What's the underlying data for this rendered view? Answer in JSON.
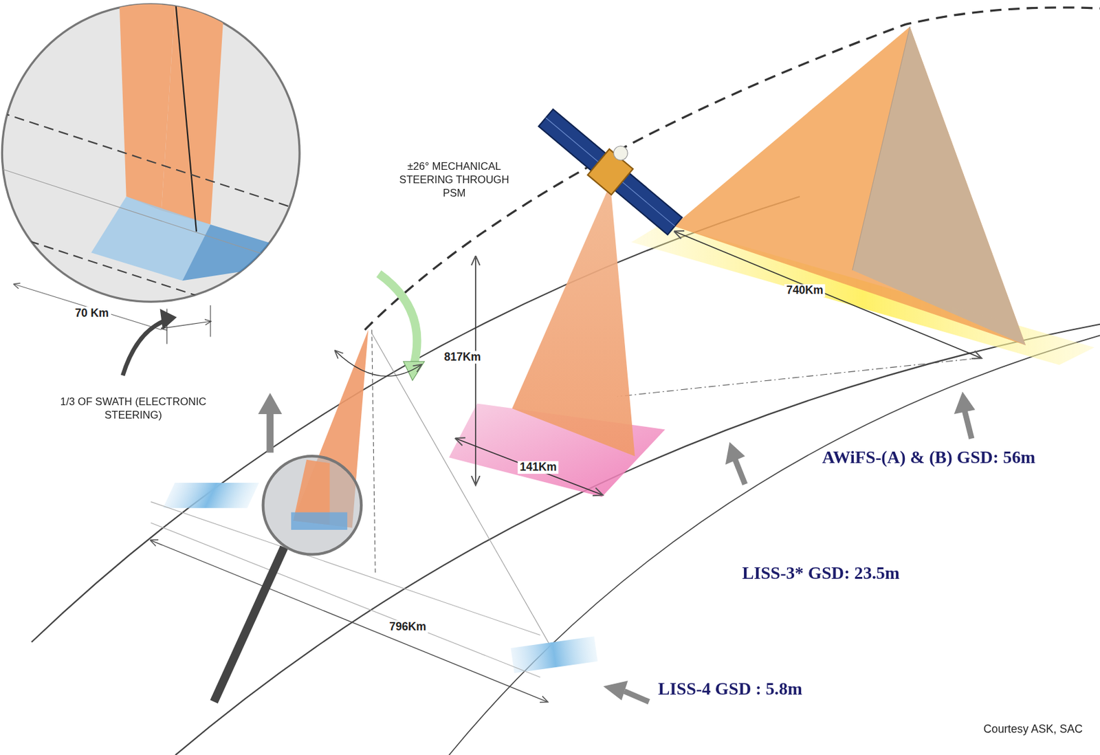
{
  "diagram": {
    "labels": [
      "±26° MECHANICAL STEERING THROUGH PSM",
      "70 Km",
      "1/3 OF SWATH (ELECTRONIC STEERING)",
      "817Km",
      "141Km",
      "740Km",
      "796Km",
      "AWiFS-(A) & (B) GSD: 56m",
      "LISS-3* GSD: 23.5m",
      "LISS-4 GSD : 5.8m",
      "Courtesy ASK, SAC"
    ]
  }
}
